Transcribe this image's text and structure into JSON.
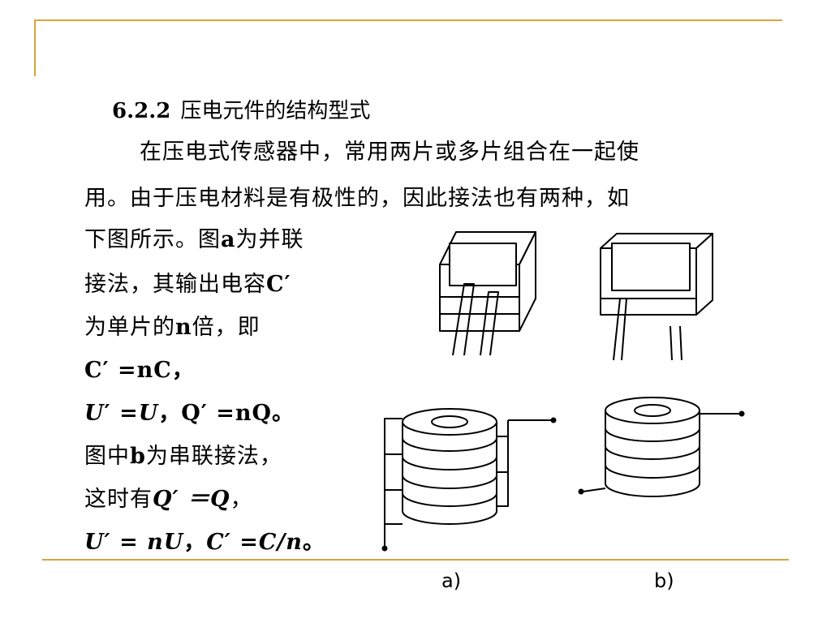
{
  "heading": {
    "number": "6.2.2",
    "title": "压电元件的结构型式"
  },
  "body": {
    "line1": "在压电式传感器中，常用两片或多片组合在一起使",
    "line2": "用。由于压电材料是有极性的，因此接法也有两种，如",
    "line3_a": "下图所示。图",
    "line3_b": "a",
    "line3_c": "为并联",
    "line4_a": "接法，其输出电容",
    "line4_b": "C′",
    "line5_a": "为单片的",
    "line5_b": "n",
    "line5_c": "倍，即",
    "line6": "C′ =nC，",
    "line7_u": "U",
    "line7_rest": "′ =",
    "line7_u2": "U",
    "line7_tail": "，Q′ =nQ。",
    "line8_a": "图中",
    "line8_b": "b",
    "line8_c": "为串联接法，",
    "line9_a": "这时有",
    "line9_b": "Q′ ＝Q",
    "line9_c": "，",
    "line10_a": "U′ = nU",
    "line10_b": "，",
    "line10_c": "C′ =C/n",
    "line10_d": "。"
  },
  "figure": {
    "caption_a": "a)",
    "caption_b": "b)"
  }
}
